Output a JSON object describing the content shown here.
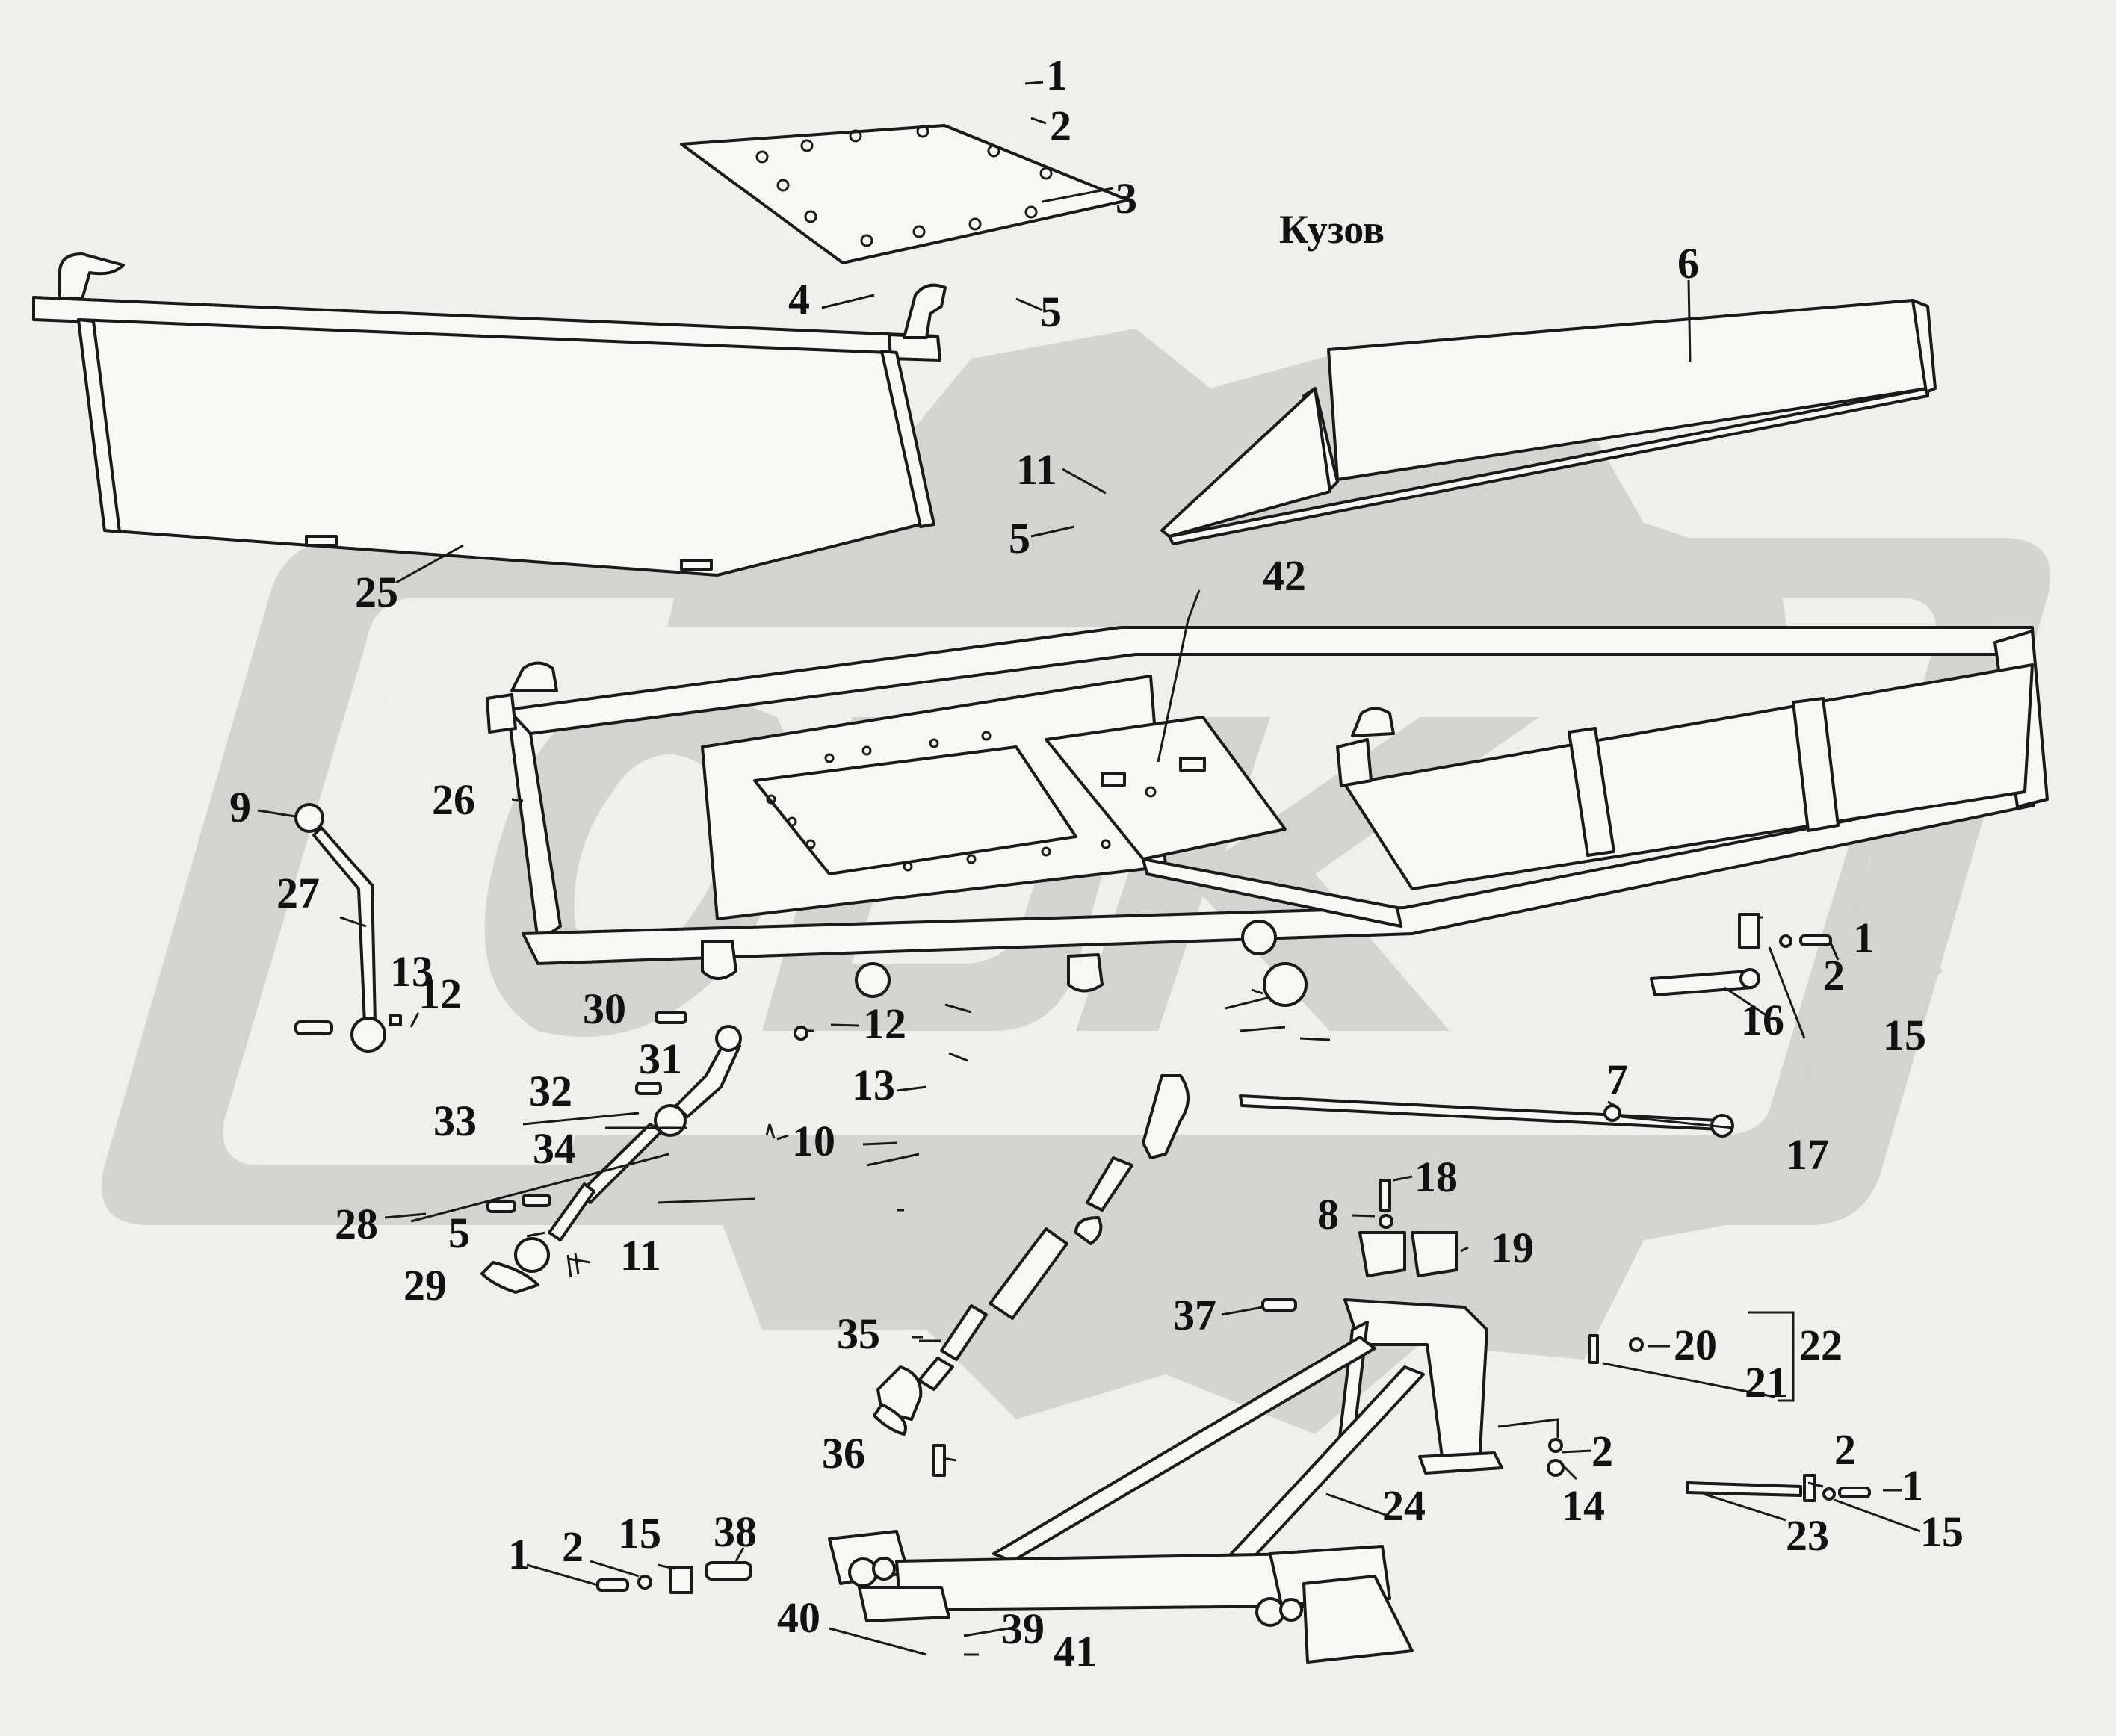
{
  "title": "Кузов",
  "watermark": "ОДК",
  "colors": {
    "background": "#efefec",
    "ink": "#1a1a1a",
    "watermark": "#cfcfcc"
  },
  "callouts": [
    "1",
    "2",
    "3",
    "4",
    "5",
    "6",
    "7",
    "8",
    "9",
    "10",
    "11",
    "12",
    "13",
    "14",
    "15",
    "16",
    "17",
    "18",
    "19",
    "20",
    "21",
    "22",
    "23",
    "24",
    "25",
    "26",
    "27",
    "28",
    "29",
    "30",
    "31",
    "32",
    "33",
    "34",
    "35",
    "36",
    "37",
    "38",
    "39",
    "40",
    "41",
    "42"
  ]
}
